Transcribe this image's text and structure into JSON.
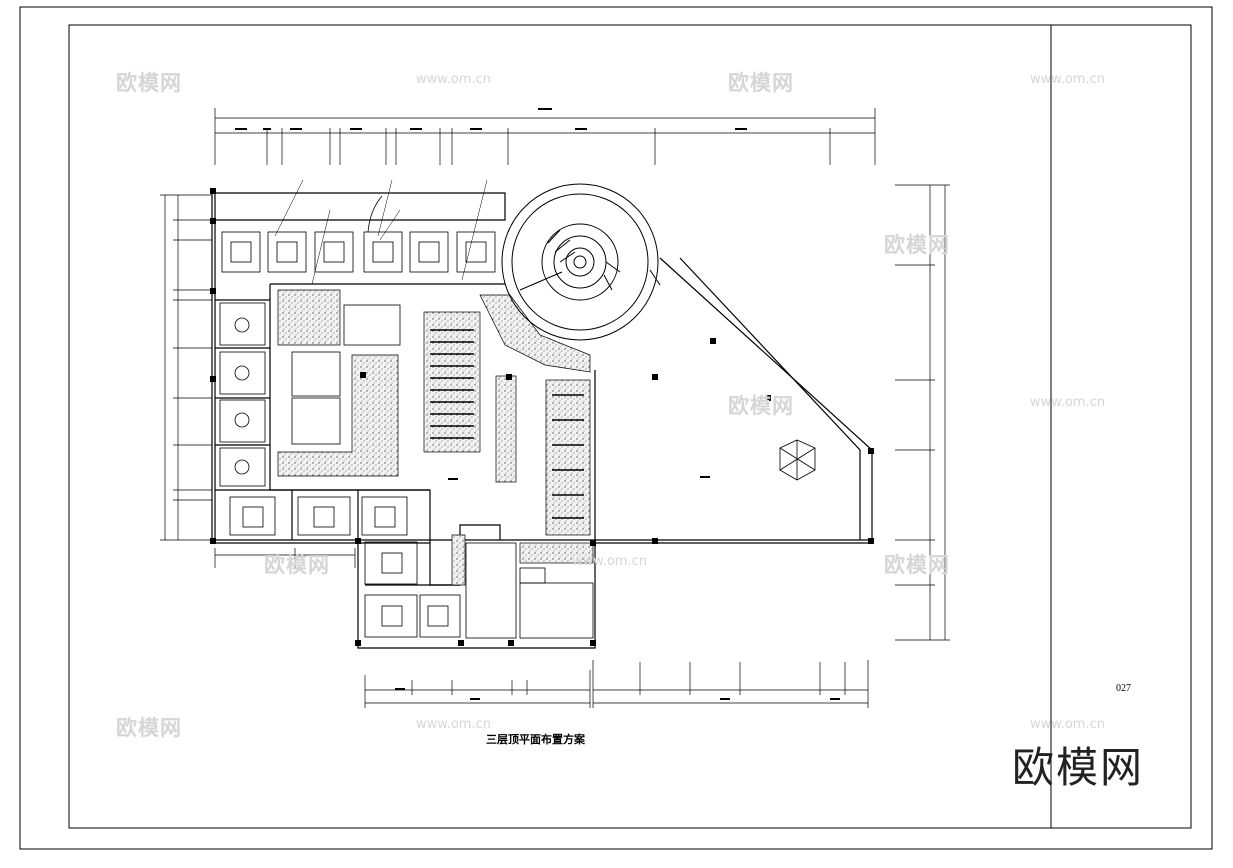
{
  "drawing": {
    "title": "三层顶平面布置方案",
    "sheet_number": "027",
    "logo_text": "欧模网"
  },
  "watermarks": {
    "cn": "欧模网",
    "url": "www.om.cn"
  },
  "colors": {
    "line": "#000000",
    "hatch": "#555555",
    "watermark": "#d6d6d6"
  }
}
